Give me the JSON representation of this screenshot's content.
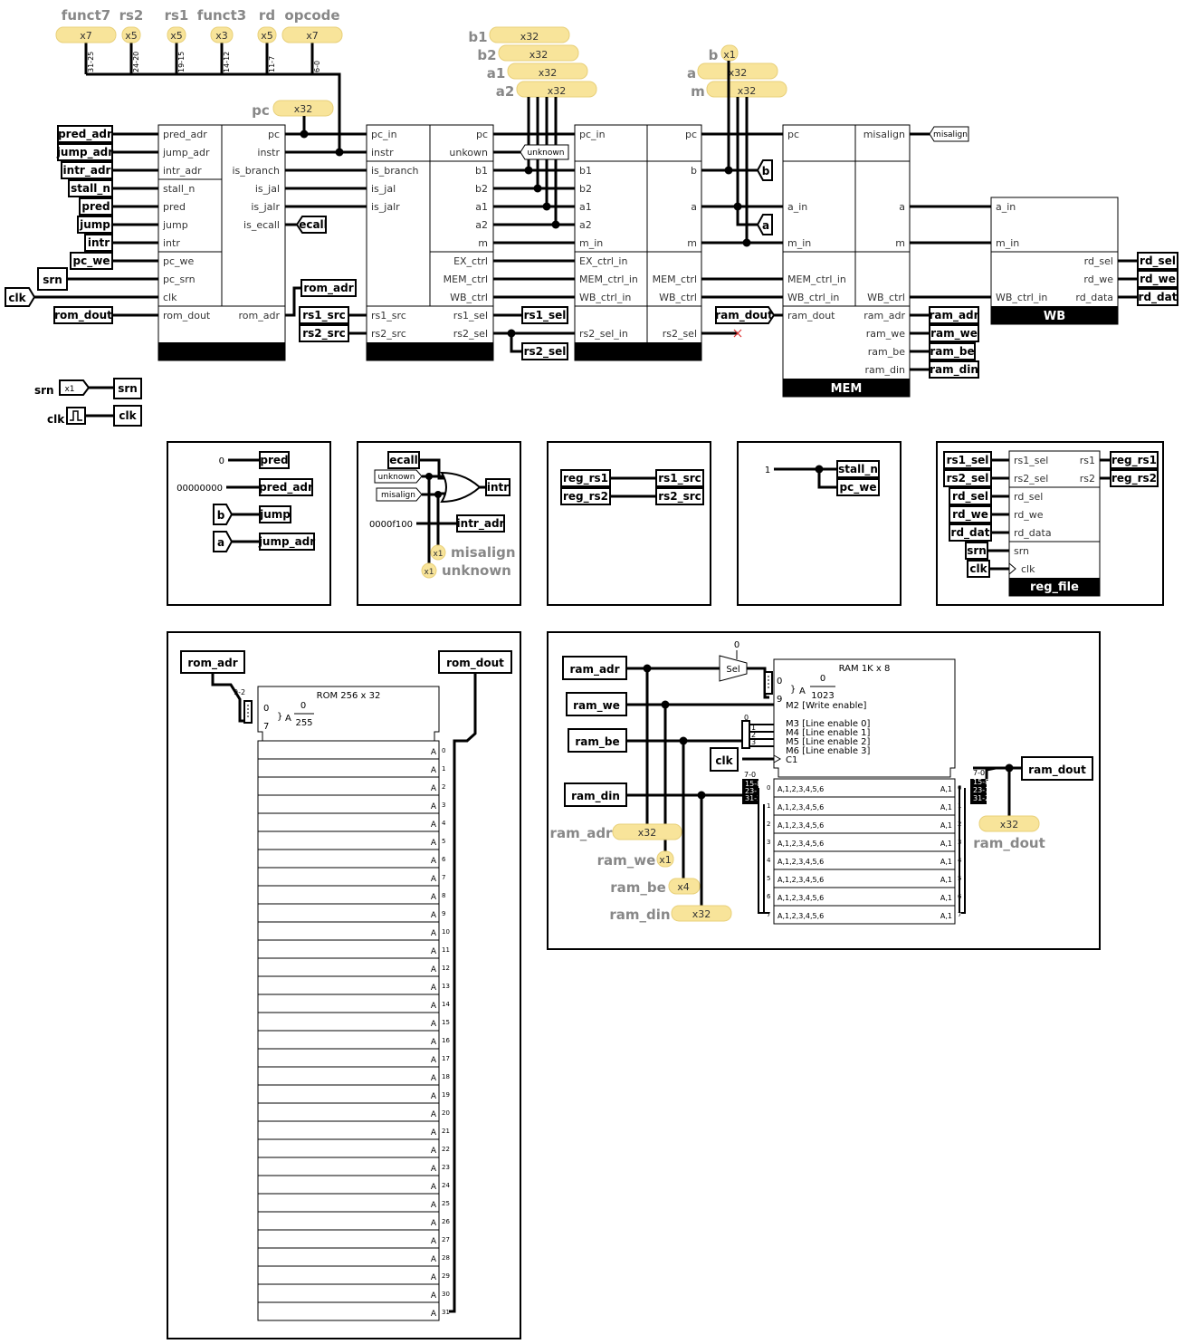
{
  "colors": {
    "wire": "#000000",
    "probe_fill": "#f8e49a",
    "probe_label": "#888888",
    "block_fill": "#ffffff"
  },
  "top_probes": [
    {
      "name": "funct7",
      "width": "x7",
      "range": "31-25"
    },
    {
      "name": "rs2",
      "width": "x5",
      "range": "24-20"
    },
    {
      "name": "rs1",
      "width": "x5",
      "range": "19-15"
    },
    {
      "name": "funct3",
      "width": "x3",
      "range": "14-12"
    },
    {
      "name": "rd",
      "width": "x5",
      "range": "11-7"
    },
    {
      "name": "opcode",
      "width": "x7",
      "range": "6-0"
    }
  ],
  "mid_probes": [
    {
      "name": "pc",
      "width": "x32"
    },
    {
      "name": "b1",
      "width": "x32"
    },
    {
      "name": "b2",
      "width": "x32"
    },
    {
      "name": "a1",
      "width": "x32"
    },
    {
      "name": "a2",
      "width": "x32"
    },
    {
      "name": "b",
      "width": "x1"
    },
    {
      "name": "a",
      "width": "x32"
    },
    {
      "name": "m",
      "width": "x32"
    }
  ],
  "if_block": {
    "inputs": [
      "pred_adr",
      "jump_adr",
      "intr_adr",
      "stall_n",
      "pred",
      "jump",
      "intr",
      "pc_we",
      "pc_srn",
      "clk",
      "rom_dout"
    ],
    "outputs": [
      "pc",
      "instr",
      "is_branch",
      "is_jal",
      "is_jalr",
      "is_ecall",
      "rom_adr"
    ]
  },
  "id_block": {
    "inputs": [
      "pc_in",
      "instr",
      "is_branch",
      "is_jal",
      "is_jalr",
      "rs1_src",
      "rs2_src"
    ],
    "outputs": [
      "pc",
      "unkown",
      "b1",
      "b2",
      "a1",
      "a2",
      "m",
      "EX_ctrl",
      "MEM_ctrl",
      "WB_ctrl",
      "rs1_sel",
      "rs2_sel"
    ]
  },
  "ex_block": {
    "inputs": [
      "pc_in",
      "b1",
      "b2",
      "a1",
      "a2",
      "m_in",
      "EX_ctrl_in",
      "MEM_ctrl_in",
      "WB_ctrl_in",
      "rs2_sel_in"
    ],
    "outputs": [
      "pc",
      "b",
      "a",
      "m",
      "MEM_ctrl",
      "WB_ctrl",
      "rs2_sel"
    ]
  },
  "mem_block": {
    "title": "MEM",
    "inputs": [
      "pc",
      "a_in",
      "m_in",
      "MEM_ctrl_in",
      "WB_ctrl_in",
      "ram_dout"
    ],
    "outputs": [
      "misalign",
      "a",
      "m",
      "WB_ctrl",
      "ram_adr",
      "ram_we",
      "ram_be",
      "ram_din"
    ]
  },
  "wb_block": {
    "title": "WB",
    "inputs": [
      "a_in",
      "m_in",
      "WB_ctrl_in"
    ],
    "outputs": [
      "rd_sel",
      "rd_we",
      "rd_data"
    ]
  },
  "tags": {
    "pred_adr": "pred_adr",
    "jump_adr": "jump_adr",
    "intr_adr": "intr_adr",
    "stall_n": "stall_n",
    "pred": "pred",
    "jump": "jump",
    "intr": "intr",
    "pc_we": "pc_we",
    "srn": "srn",
    "clk": "clk",
    "rom_dout": "rom_dout",
    "ecall": "ecall",
    "rom_adr": "rom_adr",
    "rs1_src": "rs1_src",
    "rs2_src": "rs2_src",
    "unknown": "unknown",
    "rs1_sel": "rs1_sel",
    "rs2_sel": "rs2_sel",
    "b": "b",
    "a": "a",
    "misalign": "misalign",
    "ram_dout": "ram_dout",
    "ram_adr": "ram_adr",
    "ram_we": "ram_we",
    "ram_be": "ram_be",
    "ram_din": "ram_din",
    "rd_sel": "rd_sel",
    "rd_we": "rd_we",
    "rd_dat": "rd_dat",
    "reg_rs1": "reg_rs1",
    "reg_rs2": "reg_rs2"
  },
  "inputs_legend": {
    "srn_width": "x1"
  },
  "const_panel": {
    "pred_val": "0",
    "pred_adr_val": "00000000"
  },
  "intr_panel": {
    "intr_adr_val": "0000f100",
    "probe_misalign": "misalign",
    "probe_unknown": "unknown",
    "probe_width": "x1"
  },
  "stall_panel": {
    "const": "1"
  },
  "regfile": {
    "title": "reg_file",
    "inputs": [
      "rs1_sel",
      "rs2_sel",
      "rd_sel",
      "rd_we",
      "rd_data",
      "srn",
      "clk"
    ],
    "outputs": [
      "rs1",
      "rs2"
    ]
  },
  "rom": {
    "title": "ROM 256 x 32",
    "addr_top": "0",
    "addr_bot": "255",
    "sel_top": "0",
    "sel_bot": "7",
    "addr_label": "A",
    "split": "9-2",
    "rows": [
      "0",
      "1",
      "2",
      "3",
      "4",
      "5",
      "6",
      "7",
      "8",
      "9",
      "10",
      "11",
      "12",
      "13",
      "14",
      "15",
      "16",
      "17",
      "18",
      "19",
      "20",
      "21",
      "22",
      "23",
      "24",
      "25",
      "26",
      "27",
      "28",
      "29",
      "30",
      "31"
    ],
    "row_label": "A"
  },
  "ram": {
    "title": "RAM 1K x 8",
    "addr_top": "0",
    "addr_bot": "1023",
    "sel_top": "0",
    "sel_bot": "9",
    "addr_label": "A",
    "sel_block": "Sel",
    "sel_const": "0",
    "lines": [
      "M2 [Write enable]",
      "M3 [Line enable 0]",
      "M4 [Line enable 1]",
      "M5 [Line enable 2]",
      "M6 [Line enable 3]",
      "C1"
    ],
    "be_bits": [
      "0",
      "1",
      "2",
      "3"
    ],
    "din_split": [
      "7-0",
      "15-8",
      "23-16",
      "31-24"
    ],
    "dout_split": [
      "7-0",
      "15-8",
      "23-16",
      "31-24"
    ],
    "rows": [
      "0",
      "1",
      "2",
      "3",
      "4",
      "5",
      "6",
      "7"
    ],
    "row_in": "A,1,2,3,4,5,6",
    "row_out": "A,1",
    "probes": [
      {
        "name": "ram_adr",
        "width": "x32"
      },
      {
        "name": "ram_we",
        "width": "x1"
      },
      {
        "name": "ram_be",
        "width": "x4"
      },
      {
        "name": "ram_din",
        "width": "x32"
      },
      {
        "name": "ram_dout",
        "width": "x32"
      }
    ]
  }
}
